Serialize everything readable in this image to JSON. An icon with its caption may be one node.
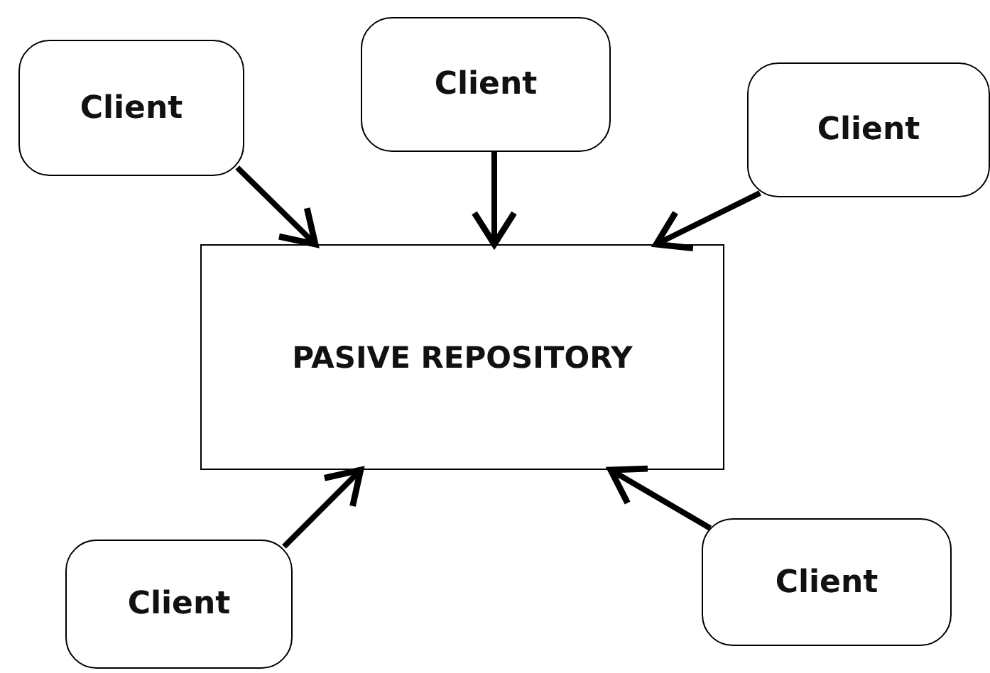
{
  "diagram": {
    "nodes": [
      {
        "text": [
          "Client"
        ]
      },
      {
        "text": [
          "Client"
        ]
      },
      {
        "text": [
          "Client"
        ]
      },
      {
        "text": [
          "PASIVE REPOSITORY"
        ]
      },
      {
        "text": [
          "Client"
        ]
      },
      {
        "text": [
          "Client"
        ]
      }
    ],
    "edges": [
      {
        "from": 0,
        "to": 3,
        "arrow": "to"
      },
      {
        "from": 1,
        "to": 3,
        "arrow": "to"
      },
      {
        "from": 2,
        "to": 3,
        "arrow": "to"
      },
      {
        "from": 4,
        "to": 3,
        "arrow": "to"
      },
      {
        "from": 5,
        "to": 3,
        "arrow": "to"
      }
    ]
  }
}
